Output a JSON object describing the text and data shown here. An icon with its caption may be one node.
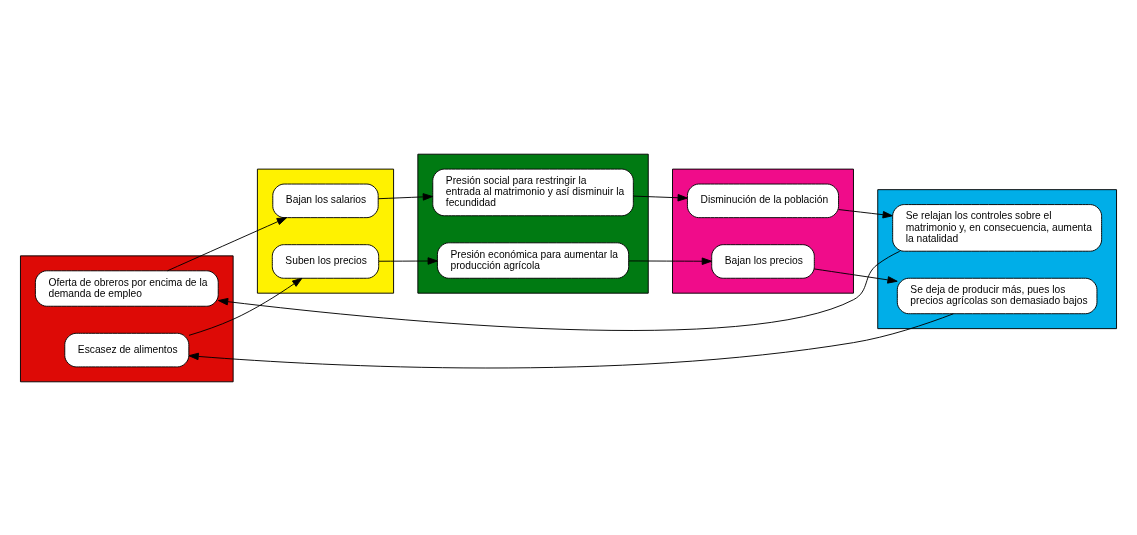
{
  "diagram": {
    "nodes": [
      {
        "text": [],
        "shape": "box"
      },
      {
        "text": [
          "Oferta de obreros por encima de la demanda de empleo"
        ],
        "in": 0
      },
      {
        "text": [
          "Escasez de alimentos"
        ],
        "in": 0
      },
      {
        "text": [],
        "shape": "box"
      },
      {
        "text": [
          "Bajan los salarios"
        ],
        "in": 3
      },
      {
        "text": [
          "Suben los precios"
        ],
        "in": 3
      },
      {
        "text": [],
        "shape": "box"
      },
      {
        "text": [
          "Se relajan los controles sobre el matrimonio y, en consecuencia, aumenta la natalidad"
        ],
        "in": 6
      },
      {
        "text": [
          "Se deja de producir más, pues los precios agrícolas son demasiado bajos"
        ],
        "in": 6
      },
      {
        "text": [],
        "shape": "box"
      },
      {
        "text": [
          "Presión social para restringir la entrada al matrimonio y así disminuir la fecundidad"
        ],
        "in": 9
      },
      {
        "text": [
          "Presión económica para aumentar la producción agrícola"
        ],
        "in": 9
      },
      {
        "text": [],
        "shape": "box"
      },
      {
        "text": [
          "Disminución de la población"
        ],
        "in": 12
      },
      {
        "text": [
          "Bajan los precios"
        ],
        "in": 12
      }
    ],
    "edges": [
      {
        "from": 1,
        "to": 4,
        "arrow": "to"
      },
      {
        "from": 2,
        "to": 5,
        "arrow": "to"
      },
      {
        "from": 4,
        "to": 10,
        "arrow": "to"
      },
      {
        "from": 5,
        "to": 11,
        "arrow": "to"
      },
      {
        "from": 10,
        "to": 13,
        "arrow": "to"
      },
      {
        "from": 11,
        "to": 14,
        "arrow": "to"
      },
      {
        "from": 13,
        "to": 7,
        "arrow": "to"
      },
      {
        "from": 14,
        "to": 8,
        "arrow": "to"
      },
      {
        "from": 8,
        "to": 2,
        "arrow": "to"
      },
      {
        "from": 7,
        "to": 1,
        "arrow": "to"
      }
    ]
  }
}
